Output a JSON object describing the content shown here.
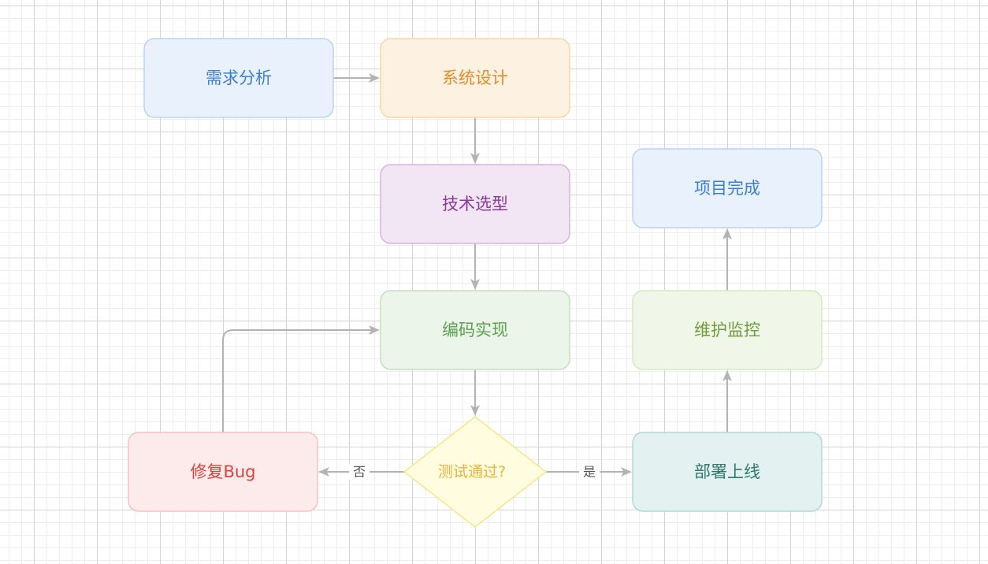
{
  "nodes": {
    "requirements": {
      "label": "需求分析",
      "fill": "#e8f1fc",
      "stroke": "#b9d4f2",
      "text": "#3d7fd3"
    },
    "system_design": {
      "label": "系统设计",
      "fill": "#fdf2e1",
      "stroke": "#f8d7a4",
      "text": "#e58b2a"
    },
    "tech_selection": {
      "label": "技术选型",
      "fill": "#f2e5f4",
      "stroke": "#d9b3de",
      "text": "#8a3a9e"
    },
    "coding": {
      "label": "编码实现",
      "fill": "#ebf5e9",
      "stroke": "#c5e0c1",
      "text": "#5aa04f"
    },
    "test_passed": {
      "label": "测试通过?",
      "fill": "#fffce0",
      "stroke": "#f6e68b",
      "text": "#e9b43a"
    },
    "fix_bug": {
      "label": "修复Bug",
      "fill": "#fdeaea",
      "stroke": "#f4c2c2",
      "text": "#d9443f"
    },
    "deploy": {
      "label": "部署上线",
      "fill": "#e3f2f0",
      "stroke": "#b2d9d2",
      "text": "#2f7a6c"
    },
    "maintenance": {
      "label": "维护监控",
      "fill": "#f1f7e8",
      "stroke": "#d5e8bd",
      "text": "#6e9a3c"
    },
    "done": {
      "label": "项目完成",
      "fill": "#e8f1fc",
      "stroke": "#b9d4f2",
      "text": "#3d7fd3"
    }
  },
  "edges": {
    "no_label": "否",
    "yes_label": "是"
  },
  "colors": {
    "edge": "#b3b3b3"
  }
}
